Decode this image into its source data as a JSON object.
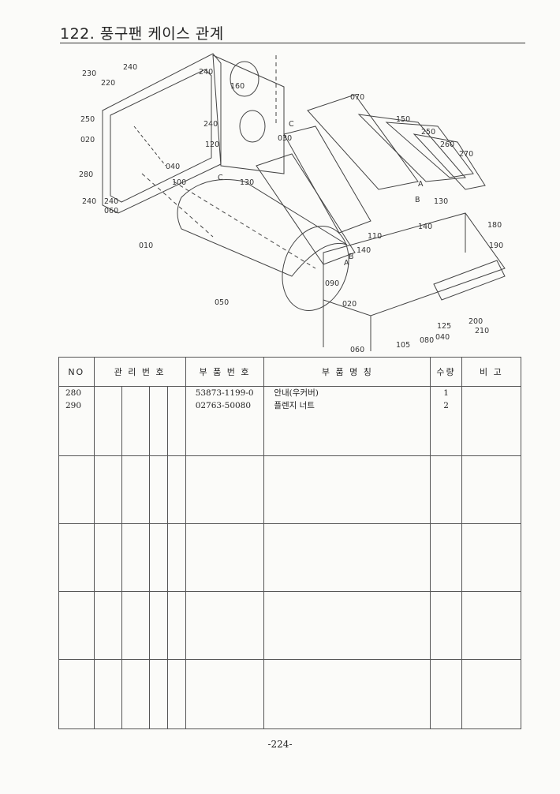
{
  "header": {
    "title": "122. 풍구팬 케이스 관계"
  },
  "diagram": {
    "callouts": [
      "230",
      "220",
      "240",
      "240",
      "160",
      "250",
      "020",
      "240",
      "120",
      "070",
      "150",
      "030",
      "250",
      "260",
      "270",
      "280",
      "040",
      "100",
      "130",
      "C",
      "C",
      "A",
      "B",
      "130",
      "240",
      "240",
      "060",
      "140",
      "180",
      "010",
      "110",
      "140",
      "B",
      "A",
      "190",
      "090",
      "020",
      "050",
      "125",
      "200",
      "210",
      "080",
      "040",
      "105",
      "060"
    ]
  },
  "table": {
    "headers": {
      "no": "NO",
      "management": "관 리 번 호",
      "part_number": "부 품 번 호",
      "part_name": "부 품 명 칭",
      "quantity": "수량",
      "remarks": "비 고"
    },
    "rows": [
      {
        "no": "280",
        "part_number": "53873-1199-0",
        "part_name": "안내(우커버)",
        "quantity": "1"
      },
      {
        "no": "290",
        "part_number": "02763-50080",
        "part_name": "플렌지 너트",
        "quantity": "2"
      }
    ]
  },
  "footer": {
    "page": "-224-"
  }
}
